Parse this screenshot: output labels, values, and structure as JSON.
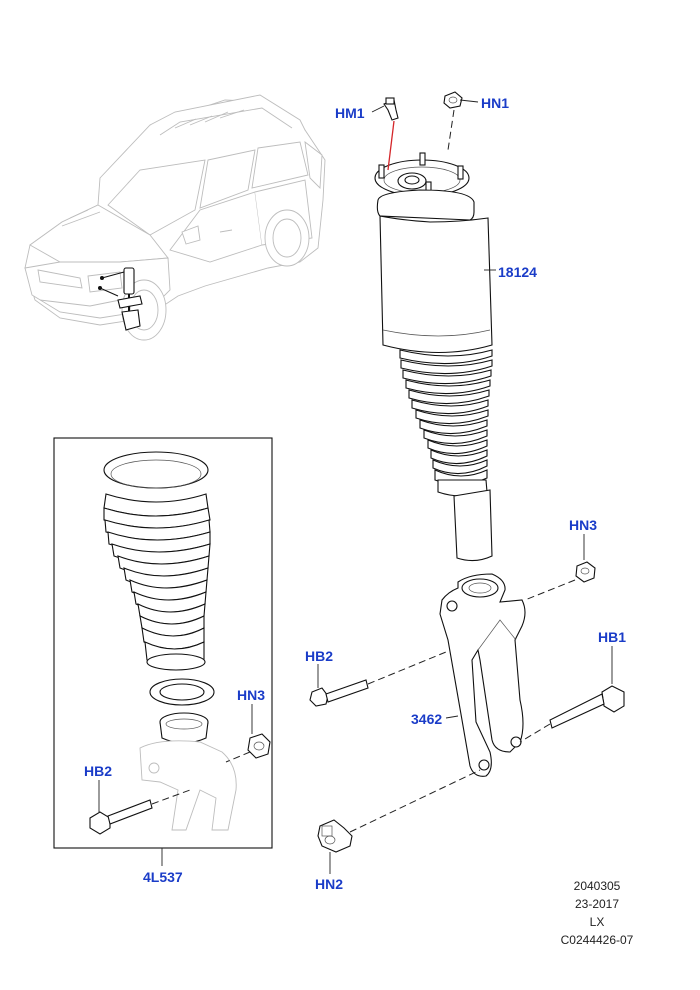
{
  "callouts": {
    "hm1": "HM1",
    "hn1": "HN1",
    "strut": "18124",
    "hn3_main": "HN3",
    "hb1": "HB1",
    "hb2_main": "HB2",
    "knuckle": "3462",
    "hn2": "HN2",
    "hn3_kit": "HN3",
    "hb2_kit": "HB2",
    "kit": "4L537"
  },
  "reference": {
    "line1": "2040305",
    "line2": "23-2017",
    "line3": "LX",
    "line4": "C0244426-07"
  },
  "colors": {
    "callout_text": "#1a3cc8",
    "highlight_line": "#d4262a"
  }
}
